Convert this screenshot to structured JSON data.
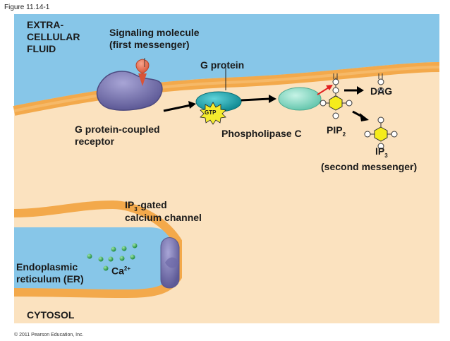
{
  "figure_label": "Figure 11.14-1",
  "copyright": "© 2011 Pearson Education, Inc.",
  "labels": {
    "extracellular_1": "EXTRA-",
    "extracellular_2": "CELLULAR",
    "extracellular_3": "FLUID",
    "signaling_1": "Signaling molecule",
    "signaling_2": "(first messenger)",
    "g_protein": "G protein",
    "gpcr_1": "G protein-coupled",
    "gpcr_2": "receptor",
    "gtp": "GTP",
    "phospholipase": "Phospholipase C",
    "pip_base": "PIP",
    "pip_sub": "2",
    "dag": "DAG",
    "ip3_base": "IP",
    "ip3_sub": "3",
    "second_messenger": "(second messenger)",
    "channel_base": "IP",
    "channel_sub": "3",
    "channel_rest": "-gated",
    "channel_2": "calcium channel",
    "er_1": "Endoplasmic",
    "er_2": "reticulum (ER)",
    "ca_base": "Ca",
    "ca_sup": "2+",
    "cytosol": "CYTOSOL"
  },
  "colors": {
    "extracellular": "#87c6e8",
    "cytosol": "#fbe2bf",
    "membrane": "#f3a94b",
    "receptor": "#7d79b5",
    "signal": "#e8745a",
    "g_protein": "#1a9fa8",
    "phospholipase": "#86d9c4",
    "gtp": "#f5ec2e",
    "pip_hex": "#f5ec1c",
    "calcium": "#3db060",
    "channel": "#9895c8"
  },
  "icons": [
    "gtp-starburst-icon",
    "calcium-ion-icon",
    "reaction-arrow-icon"
  ]
}
